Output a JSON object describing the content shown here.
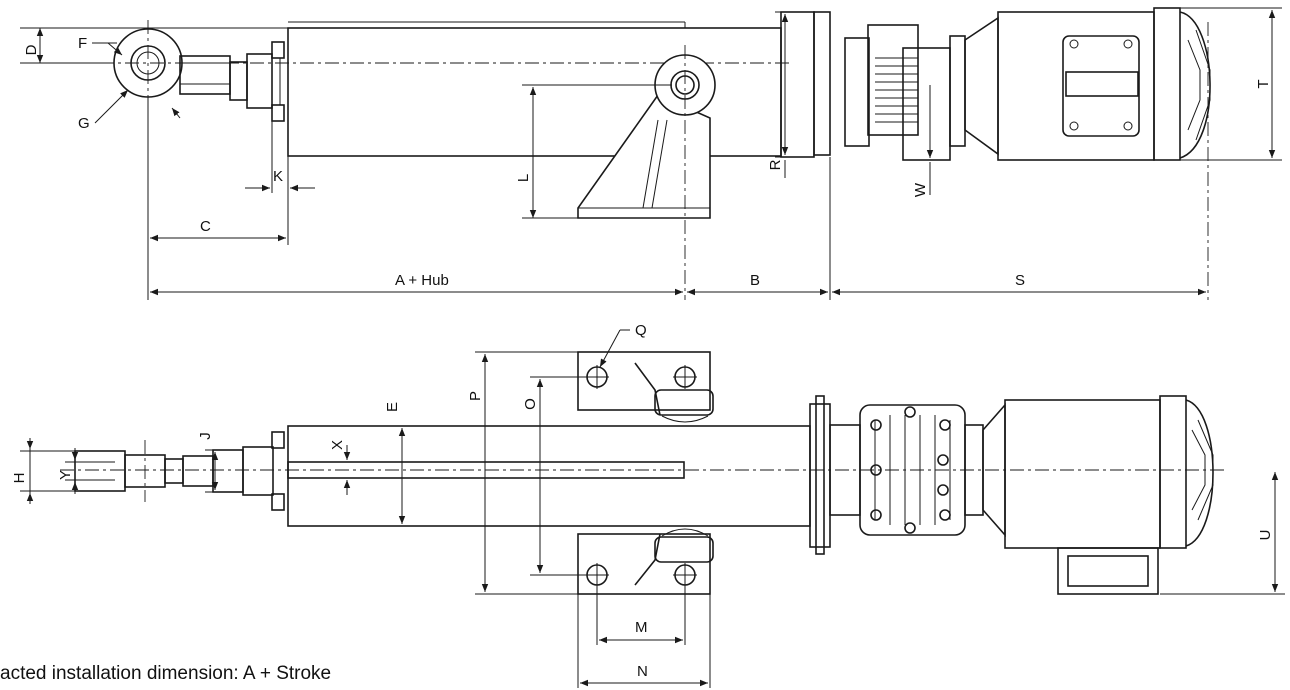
{
  "labels": {
    "D": "D",
    "F": "F",
    "G": "G",
    "K": "K",
    "C": "C",
    "L": "L",
    "R": "R",
    "W": "W",
    "T": "T",
    "A_hub": "A + Hub",
    "B": "B",
    "S": "S",
    "Q": "Q",
    "E": "E",
    "P": "P",
    "O": "O",
    "J": "J",
    "X": "X",
    "H": "H",
    "Y": "Y",
    "M": "M",
    "N": "N",
    "U": "U"
  },
  "caption": "acted installation dimension:  A + Stroke"
}
